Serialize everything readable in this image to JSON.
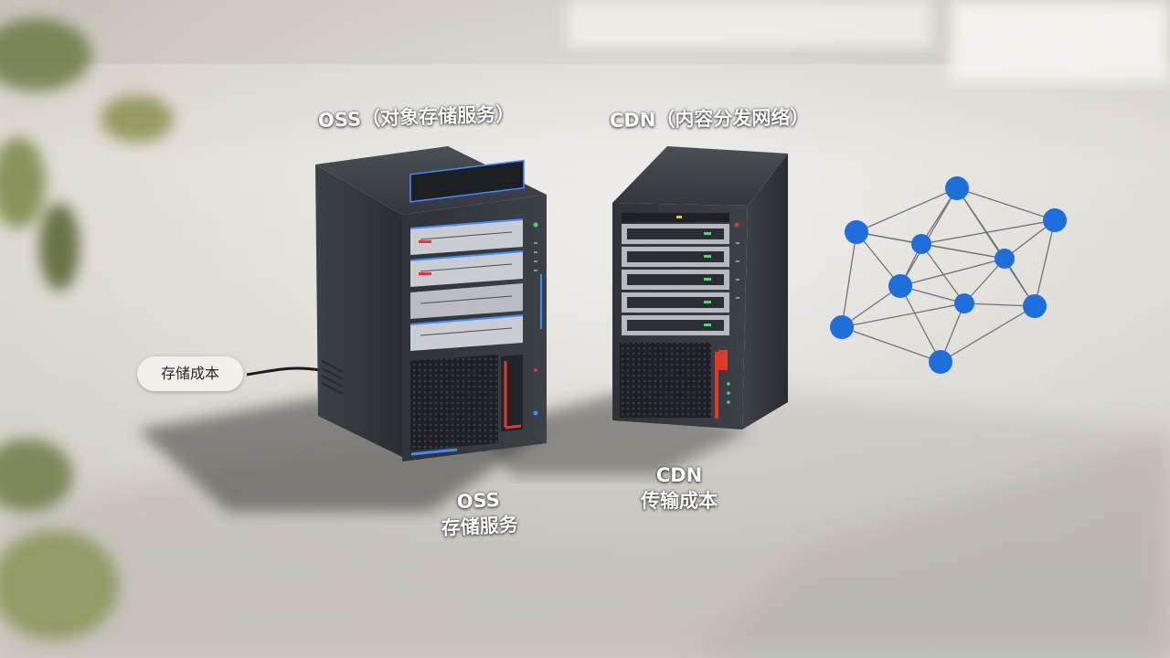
{
  "labels": {
    "oss_title": "OSS（对象存储服务）",
    "cdn_title": "CDN（内容分发网络）",
    "storage_cost_pill": "存储成本",
    "oss_bottom_line1": "OSS",
    "oss_bottom_line2": "存储服务",
    "cdn_bottom_line1": "CDN",
    "cdn_bottom_line2": "传输成本"
  },
  "colors": {
    "node_blue": "#1e6fdc",
    "accent_led_blue": "#3f8cff",
    "accent_led_red": "#e03a2a",
    "server_body": "#34373d"
  },
  "icons": {
    "network": "network-graph-icon",
    "server_oss": "nas-server-icon",
    "server_cdn": "nas-server-icon"
  }
}
